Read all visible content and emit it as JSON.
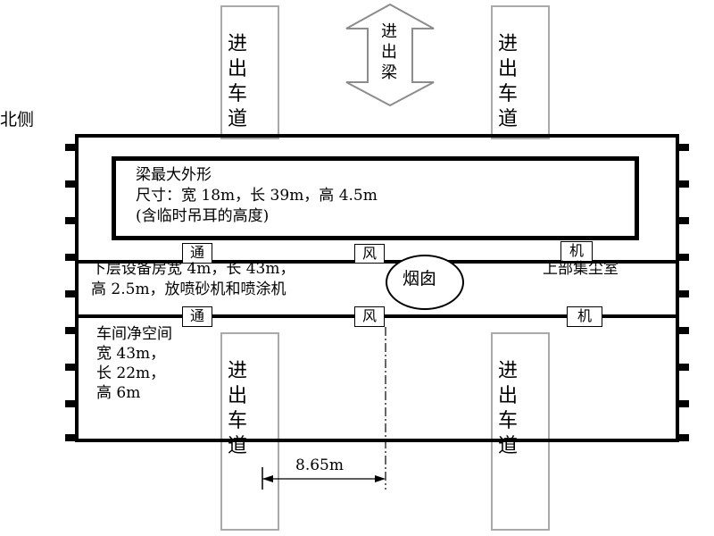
{
  "labels": {
    "lane_top_left": "进\n出\n车\n道",
    "lane_top_right": "进\n出\n车\n道",
    "lane_bottom_left": "进\n出\n车\n道",
    "lane_bottom_right": "进\n出\n车\n道",
    "beam_arrow": "进\n出\n梁",
    "north_side": "北侧",
    "beam_size_line1": "梁最大外形",
    "beam_size_line2": "尺寸：宽 18m，长 39m，高 4.5m",
    "beam_size_line3": "(含临时吊耳的高度)",
    "tong": "通",
    "feng": "风",
    "ji": "机",
    "equip_line1": "下层设备房宽 4m，长 43m，",
    "equip_line2": "高 2.5m，放喷砂机和喷涂机",
    "chimney": "烟囱",
    "dust_room": "上部集尘室",
    "workshop_line1": "车间净空间",
    "workshop_line2": "宽 43m，",
    "workshop_line3": "长 22m，",
    "workshop_line4": "高 6m",
    "dimension": "8.65m"
  }
}
